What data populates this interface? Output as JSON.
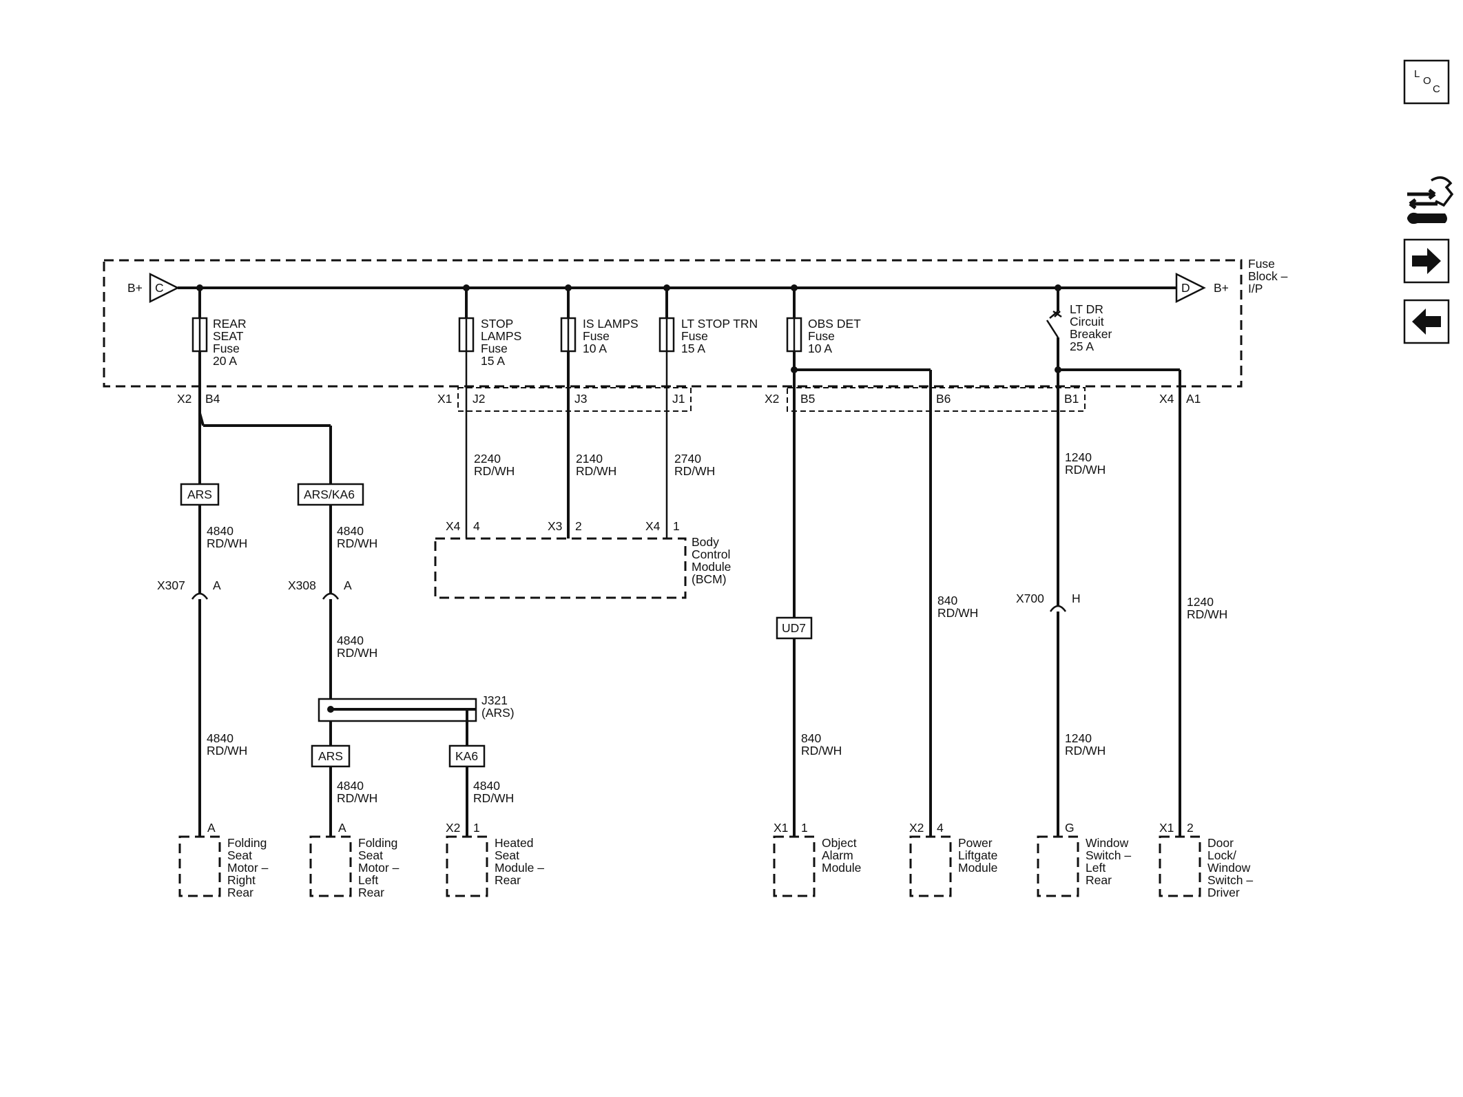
{
  "fuse_block": {
    "label_lines": [
      "Fuse",
      "Block –",
      "I/P"
    ],
    "feed_left": {
      "label": "B+",
      "connector": "C"
    },
    "feed_right": {
      "label": "B+",
      "connector": "D"
    }
  },
  "fuses": {
    "rear_seat": [
      "REAR",
      "SEAT",
      "Fuse",
      "20 A"
    ],
    "stop_lamps": [
      "STOP",
      "LAMPS",
      "Fuse",
      "15 A"
    ],
    "is_lamps": [
      "IS LAMPS",
      "Fuse",
      "10 A"
    ],
    "lt_stop_trn": [
      "LT STOP TRN",
      "Fuse",
      "15 A"
    ],
    "obs_det": [
      "OBS DET",
      "Fuse",
      "10 A"
    ],
    "lt_dr_cb": [
      "LT DR",
      "Circuit",
      "Breaker",
      "25 A"
    ]
  },
  "fuse_block_pins": {
    "x2": "X2",
    "b4": "B4",
    "x1": "X1",
    "j2": "J2",
    "j3": "J3",
    "j1": "J1",
    "x2b": "X2",
    "b5": "B5",
    "b6": "B6",
    "b1": "B1",
    "x4": "X4",
    "a1": "A1"
  },
  "wires": {
    "w2240": [
      "2240",
      "RD/WH"
    ],
    "w2140": [
      "2140",
      "RD/WH"
    ],
    "w2740": [
      "2740",
      "RD/WH"
    ],
    "w1240_top": [
      "1240",
      "RD/WH"
    ],
    "w4840_a": [
      "4840",
      "RD/WH"
    ],
    "w4840_b": [
      "4840",
      "RD/WH"
    ],
    "w4840_c": [
      "4840",
      "RD/WH"
    ],
    "w4840_d": [
      "4840",
      "RD/WH"
    ],
    "w4840_e": [
      "4840",
      "RD/WH"
    ],
    "w4840_f": [
      "4840",
      "RD/WH"
    ],
    "w840_b6": [
      "840",
      "RD/WH"
    ],
    "w1240_a1": [
      "1240",
      "RD/WH"
    ],
    "w840_obj": [
      "840",
      "RD/WH"
    ],
    "w1240_bot": [
      "1240",
      "RD/WH"
    ]
  },
  "options": {
    "ars_1": "ARS",
    "ars_ka6": "ARS/KA6",
    "ud7": "UD7",
    "ars_2": "ARS",
    "ka6": "KA6"
  },
  "connectors": {
    "x307": "X307",
    "x307_pin": "A",
    "x308": "X308",
    "x308_pin": "A",
    "x700": "X700",
    "x700_pin": "H"
  },
  "splice": {
    "lines": [
      "J321",
      "(ARS)"
    ]
  },
  "bcm": {
    "lines": [
      "Body",
      "Control",
      "Module",
      "(BCM)"
    ],
    "pins": {
      "x4a": "X4",
      "p4": "4",
      "x3": "X3",
      "p2": "2",
      "x4b": "X4",
      "p1": "1"
    }
  },
  "components": {
    "fold_right": {
      "pin": "A",
      "lines": [
        "Folding",
        "Seat",
        "Motor –",
        "Right",
        "Rear"
      ]
    },
    "fold_left": {
      "pin": "A",
      "lines": [
        "Folding",
        "Seat",
        "Motor –",
        "Left",
        "Rear"
      ]
    },
    "heated_seat": {
      "conn": "X2",
      "pin": "1",
      "lines": [
        "Heated",
        "Seat",
        "Module –",
        "Rear"
      ]
    },
    "object_alarm": {
      "conn": "X1",
      "pin": "1",
      "lines": [
        "Object",
        "Alarm",
        "Module"
      ]
    },
    "power_liftgate": {
      "conn": "X2",
      "pin": "4",
      "lines": [
        "Power",
        "Liftgate",
        "Module"
      ]
    },
    "window_switch": {
      "pin": "G",
      "lines": [
        "Window",
        "Switch –",
        "Left",
        "Rear"
      ]
    },
    "door_lock": {
      "conn": "X1",
      "pin": "2",
      "lines": [
        "Door",
        "Lock/",
        "Window",
        "Switch –",
        "Driver"
      ]
    }
  },
  "nav": {
    "loc": {
      "l": "L",
      "o": "O",
      "c": "C"
    },
    "tool_icon": "wrench-arrows-icon",
    "forward_icon": "arrow-right-icon",
    "back_icon": "arrow-left-icon"
  }
}
